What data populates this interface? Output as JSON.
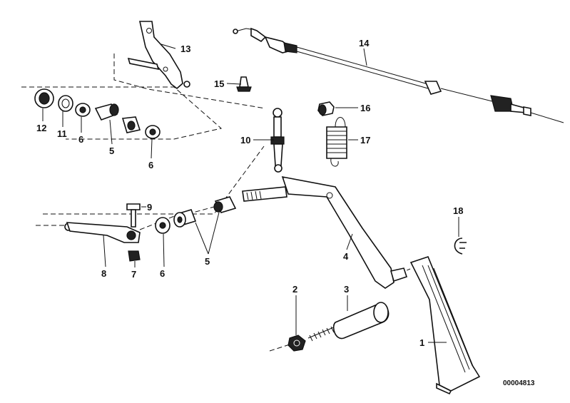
{
  "diagram": {
    "reference_number": "00004813",
    "callouts": {
      "c1": "1",
      "c2": "2",
      "c3": "3",
      "c4": "4",
      "c5a": "5",
      "c5b": "5",
      "c6a": "6",
      "c6b": "6",
      "c6c": "6",
      "c7": "7",
      "c8": "8",
      "c9": "9",
      "c10": "10",
      "c11": "11",
      "c12": "12",
      "c13": "13",
      "c14": "14",
      "c15": "15",
      "c16": "16",
      "c17": "17",
      "c18": "18"
    }
  }
}
